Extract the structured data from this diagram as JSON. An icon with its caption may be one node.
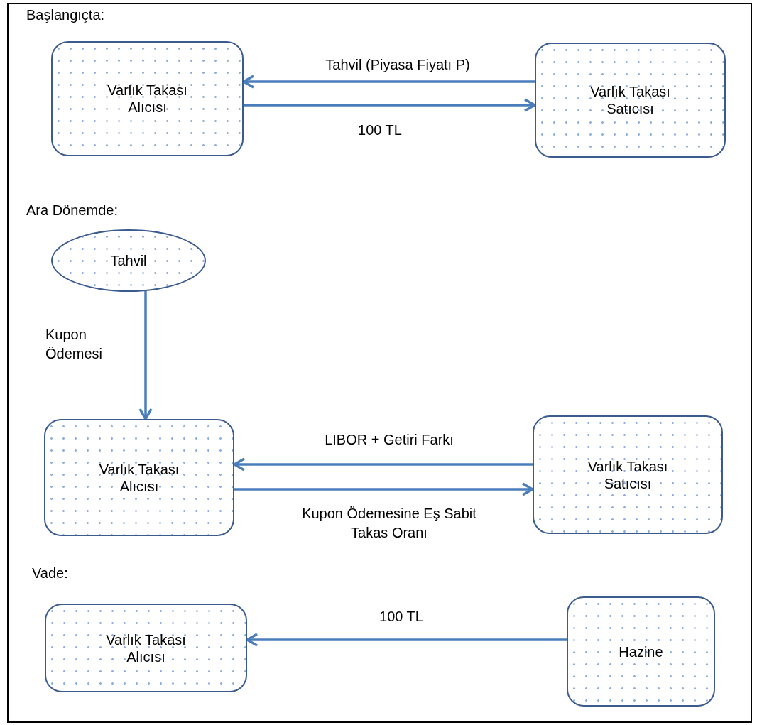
{
  "diagram": {
    "nodes": [
      {
        "text": [
          "Varlık Takası Alıcısı"
        ]
      },
      {
        "text": [
          "Varlık Takası Satıcısı"
        ]
      },
      {
        "text": [
          "Tahvil"
        ]
      },
      {
        "text": [
          "Varlık Takası Alıcısı"
        ]
      },
      {
        "text": [
          "Varlık Takası Satıcısı"
        ]
      },
      {
        "text": [
          "Varlık Takası Alıcısı"
        ]
      },
      {
        "text": [
          "Hazine"
        ]
      }
    ],
    "edges": [
      {
        "from": 1,
        "to": 0,
        "arrow": "to",
        "label": "Tahvil (Piyasa Fiyatı P)"
      },
      {
        "from": 0,
        "to": 1,
        "arrow": "to",
        "label": "100 TL"
      },
      {
        "from": 2,
        "to": 3,
        "arrow": "to",
        "label": "Kupon Ödemesi"
      },
      {
        "from": 4,
        "to": 3,
        "arrow": "to",
        "label": "LIBOR + Getiri Farkı"
      },
      {
        "from": 3,
        "to": 4,
        "arrow": "to",
        "label": "Kupon Ödemesine Eş Sabit Takas Oranı"
      },
      {
        "from": 6,
        "to": 5,
        "arrow": "to",
        "label": "100 TL"
      }
    ],
    "labels": [
      "Başlangıçta:",
      "Ara Dönemde:",
      "Vade:"
    ]
  }
}
